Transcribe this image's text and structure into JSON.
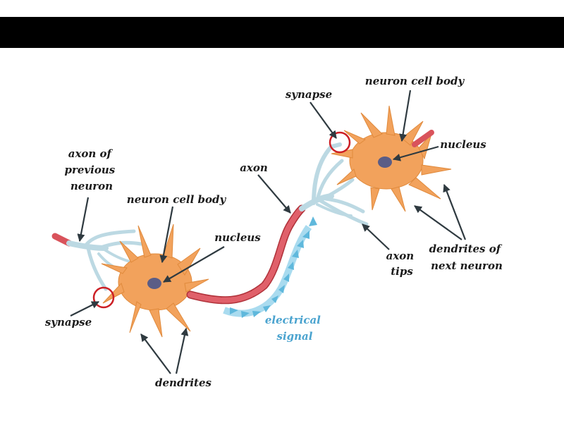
{
  "labels": {
    "axon_prev": [
      "axon of",
      "previous",
      "neuron"
    ],
    "cell_body_left": "neuron cell body",
    "nucleus_left": "nucleus",
    "synapse_left": "synapse",
    "dendrites_left": "dendrites",
    "axon": "axon",
    "signal": [
      "electrical",
      "signal"
    ],
    "synapse_right": "synapse",
    "cell_body_right": "neuron cell body",
    "nucleus_right": "nucleus",
    "axon_tips": [
      "axon",
      "tips"
    ],
    "dendrites_next": [
      "dendrites of",
      "next neuron"
    ]
  },
  "colors": {
    "cell_body": "#f2a25c",
    "cell_outline": "#e08a3c",
    "nucleus": "#5b5d86",
    "axon_segment": "#d9535b",
    "axon_tip": "#bcd9e3",
    "synapse_circle": "#cc1f25",
    "signal": "#5fb8dc"
  }
}
